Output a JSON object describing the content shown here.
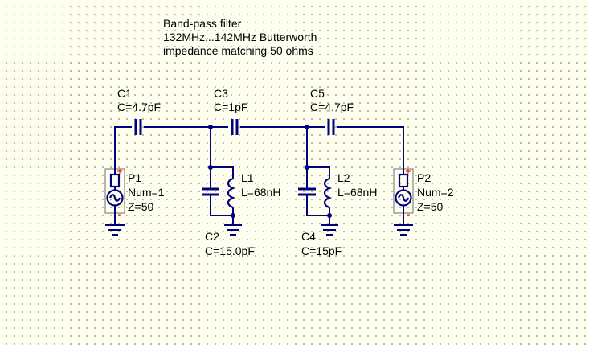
{
  "title": {
    "line1": "Band-pass filter",
    "line2": "132MHz...142MHz Butterworth",
    "line3": "impedance matching 50 ohms"
  },
  "components": {
    "c1": {
      "name": "C1",
      "value": "C=4.7pF"
    },
    "c3": {
      "name": "C3",
      "value": "C=1pF"
    },
    "c5": {
      "name": "C5",
      "value": "C=4.7pF"
    },
    "l1": {
      "name": "L1",
      "value": "L=68nH"
    },
    "l2": {
      "name": "L2",
      "value": "L=68nH"
    },
    "c2": {
      "name": "C2",
      "value": "C=15.0pF"
    },
    "c4": {
      "name": "C4",
      "value": "C=15pF"
    },
    "p1": {
      "name": "P1",
      "num": "Num=1",
      "z": "Z=50"
    },
    "p2": {
      "name": "P2",
      "num": "Num=2",
      "z": "Z=50"
    }
  },
  "colors": {
    "wire": "#000080",
    "text": "#000000",
    "background": "#fffff0",
    "port_plus": "#ff0000"
  }
}
